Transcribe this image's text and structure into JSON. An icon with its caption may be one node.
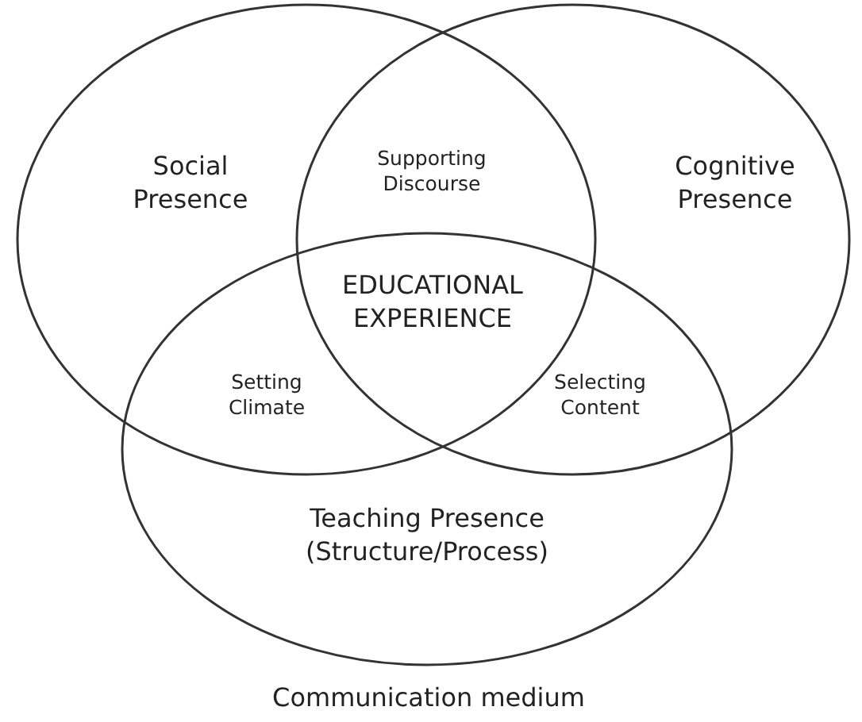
{
  "diagram": {
    "caption": "Communication medium",
    "nodes": [
      {
        "text": [
          "Social Presence"
        ]
      },
      {
        "text": [
          "Cognitive Presence"
        ]
      },
      {
        "text": [
          "Teaching Presence (Structure/Process)"
        ]
      }
    ],
    "labels": [
      "Supporting Discourse",
      "EDUCATIONAL EXPERIENCE",
      "Setting Climate",
      "Selecting Content"
    ]
  }
}
